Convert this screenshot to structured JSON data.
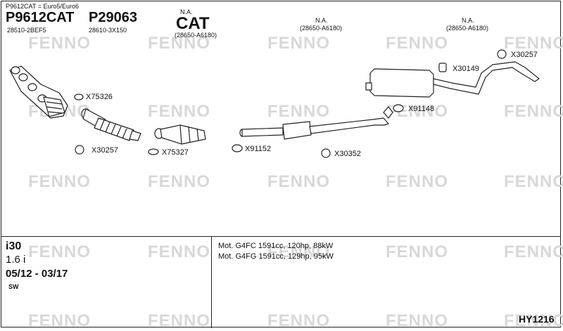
{
  "header": {
    "note": "P9612CAT = Euro5/Euro6",
    "part1": {
      "number": "P9612CAT",
      "ref": "28510-2BEF5"
    },
    "part2": {
      "number": "P29063",
      "ref": "28610-3X150"
    },
    "cat": {
      "na": "N.A.",
      "label": "CAT",
      "ref": "(28650-A6180)"
    },
    "part4": {
      "na": "N.A.",
      "ref": "(28650-A6180)"
    },
    "part5": {
      "na": "N.A.",
      "ref": "(28650-A6180)"
    }
  },
  "labels": {
    "x75326": "X75326",
    "x30257a": "X30257",
    "x75327": "X75327",
    "x91152": "X91152",
    "x30352": "X30352",
    "x91148": "X91148",
    "x30149": "X30149",
    "x30257b": "X30257"
  },
  "watermark": "FENNO",
  "vehicle": {
    "model": "i30",
    "engine": "1.6 i",
    "years": "05/12 - 03/17",
    "body": "SW"
  },
  "motors": [
    "Mot. G4FC 1591cc, 120hp, 88kW",
    "Mot. G4FG 1591cc, 129hp, 95kW"
  ],
  "code": "HY1216"
}
